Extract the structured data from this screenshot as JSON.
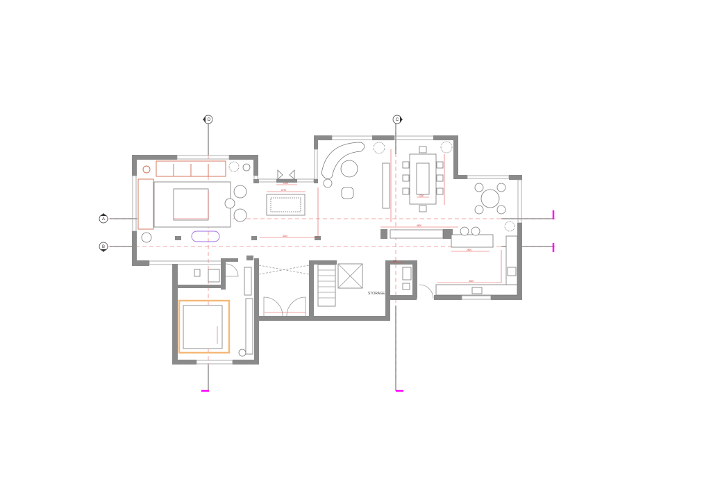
{
  "drawing": {
    "title": "Floor plan",
    "grid_labels": {
      "top_left": "D",
      "top_right": "C",
      "left_a": "A",
      "left_b": "B"
    },
    "room_labels": {
      "storage": "STORAGE"
    },
    "dimensions": [
      "1100",
      "2270",
      "3210",
      "4600",
      "2500",
      "4000",
      "1000",
      "600"
    ],
    "colors": {
      "wall": "#8a8a8a",
      "furniture_accent": "#d2694e",
      "dimension": "#e24b4b",
      "grid": "#f08a8a",
      "marker": "#ff00ff",
      "bed": "#f5b97a",
      "bench": "#9b6ee0"
    }
  }
}
